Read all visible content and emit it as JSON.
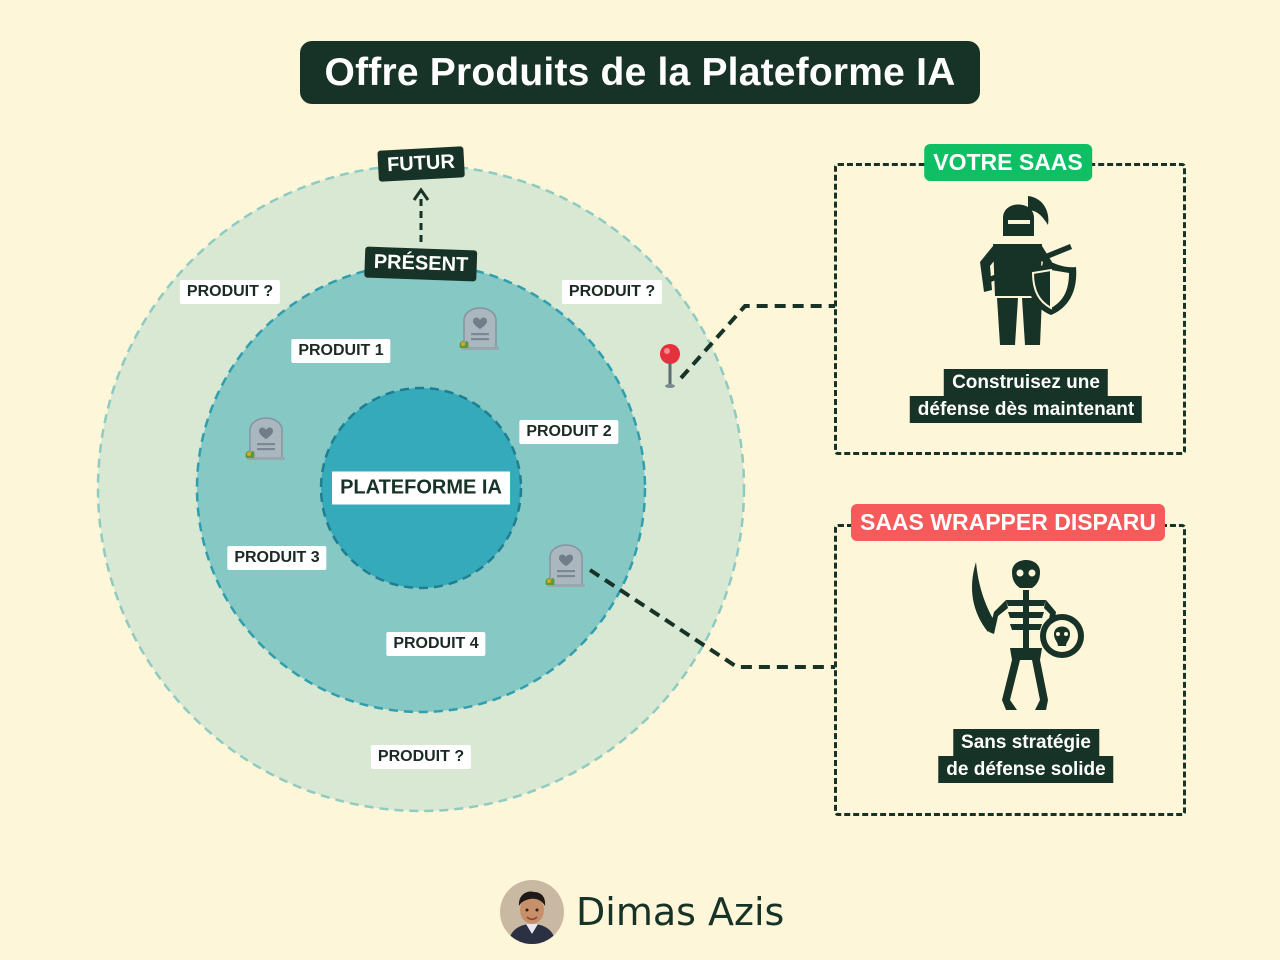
{
  "title": "Offre Produits de la Plateforme IA",
  "diagram": {
    "core_label": "PLATEFORME IA",
    "present_label": "PRÉSENT",
    "future_label": "FUTUR",
    "inner_products": [
      "PRODUIT 1",
      "PRODUIT 2",
      "PRODUIT 3",
      "PRODUIT 4"
    ],
    "outer_products": [
      "PRODUIT ?",
      "PRODUIT ?",
      "PRODUIT ?"
    ],
    "icons": [
      "tombstone-icon",
      "tombstone-icon",
      "tombstone-icon",
      "map-pin-icon"
    ]
  },
  "cards": {
    "saas": {
      "header": "VOTRE SAAS",
      "caption_line1": "Construisez une",
      "caption_line2": "défense dès maintenant",
      "icon": "knight-icon",
      "header_color": "#0fbf63"
    },
    "wrapper": {
      "header": "SAAS WRAPPER DISPARU",
      "caption_line1": "Sans stratégie",
      "caption_line2": "de défense solide",
      "icon": "skeleton-warrior-icon",
      "header_color": "#f65a5a"
    }
  },
  "author": {
    "name": "Dimas Azis",
    "avatar_icon": "author-avatar"
  },
  "colors": {
    "background": "#fdf6d8",
    "dark": "#173226",
    "outer_ring": "#d8e8d3",
    "middle_ring": "#86c8c4",
    "core": "#35aabb"
  }
}
